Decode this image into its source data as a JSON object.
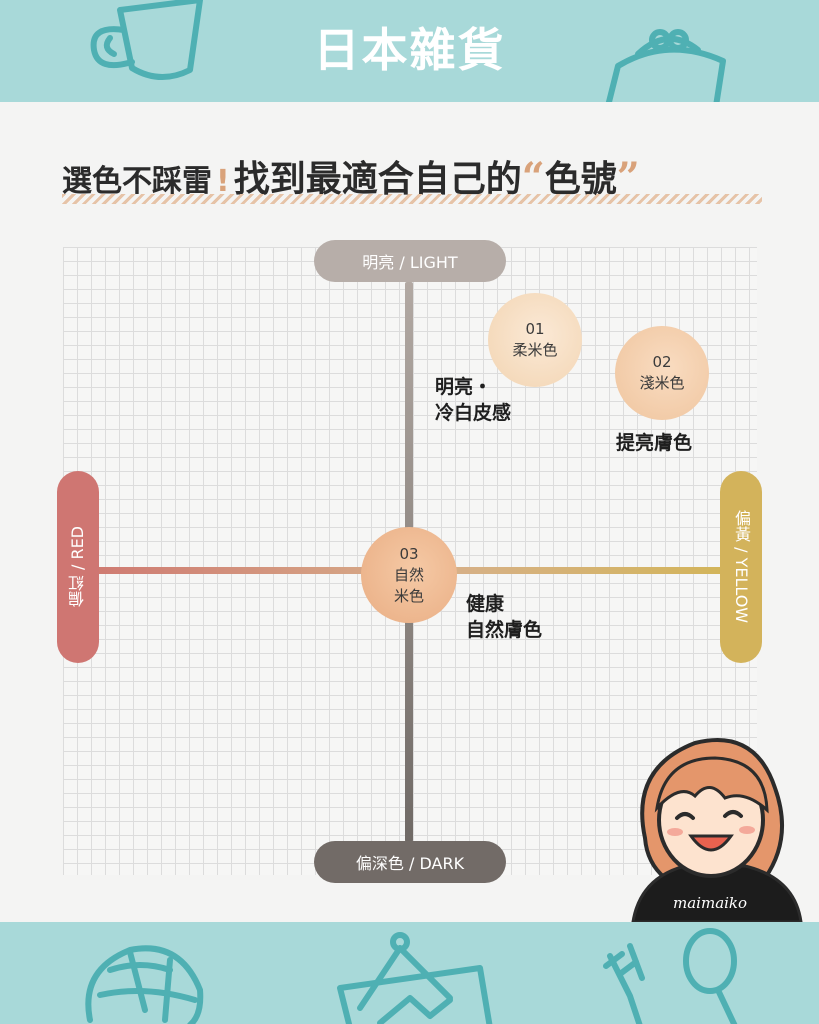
{
  "banner": {
    "title": "日本雜貨"
  },
  "headline": {
    "part_a": "選色不踩雷",
    "exclaim": "!",
    "part_b": "找到最適合自己的",
    "open_quote": "“",
    "highlight": "色號",
    "close_quote": "”"
  },
  "axes": {
    "top": "明亮 / LIGHT",
    "bottom": "偏深色 / DARK",
    "left": "偏紅 / RED",
    "right": "偏黃 / YELLOW"
  },
  "shades": [
    {
      "number": "01",
      "name": "柔米色",
      "desc_1": "明亮・",
      "desc_2": "冷白皮感",
      "color": "#f2d4b1"
    },
    {
      "number": "02",
      "name": "淺米色",
      "desc_1": "提亮膚色",
      "color": "#efc49d"
    },
    {
      "number": "03",
      "name_1": "自然",
      "name_2": "米色",
      "desc_1": "健康",
      "desc_2": "自然膚色",
      "color": "#e9ad83"
    }
  ],
  "avatar": {
    "signature": "maimaiko"
  },
  "colors": {
    "band": "#a8d9d9",
    "accent": "#d9a27a",
    "red": "#cf7672",
    "yellow": "#d3b35b",
    "light": "#b7aea9",
    "dark": "#726b67"
  }
}
